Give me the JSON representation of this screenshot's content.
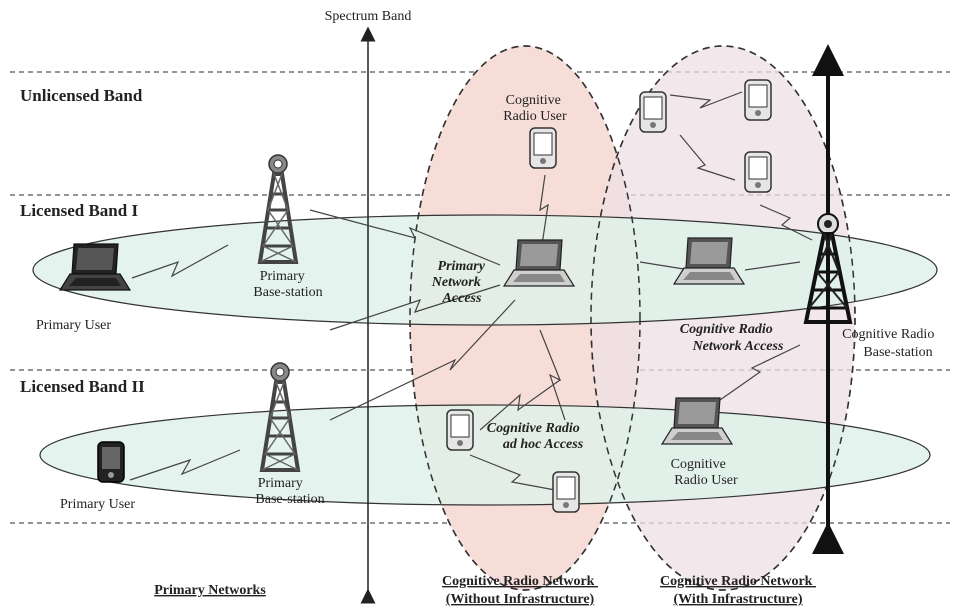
{
  "axis": {
    "title": "Spectrum Band"
  },
  "bands": {
    "unlicensed": "Unlicensed Band",
    "licensed1": "Licensed Band I",
    "licensed2": "Licensed Band II"
  },
  "primary_net1": {
    "user": "Primary User",
    "base_station": [
      "Primary",
      "Base-station"
    ]
  },
  "primary_net2": {
    "user": "Primary User",
    "base_station": [
      "Primary",
      "Base-station"
    ]
  },
  "cr_user_top": [
    "Cognitive",
    "Radio User"
  ],
  "primary_network_access": [
    "Primary",
    "Network",
    "Access"
  ],
  "cr_adhoc_access": [
    "Cognitive Radio",
    "ad hoc Access"
  ],
  "cr_network_access": [
    "Cognitive Radio",
    "Network Access"
  ],
  "cr_base_station": [
    "Cognitive Radio",
    "Base-station"
  ],
  "cr_user_bottom": [
    "Cognitive",
    "Radio User"
  ],
  "footer": {
    "primary_networks": "Primary Networks",
    "crn_without": [
      "Cognitive Radio Network",
      "(Without Infrastructure)"
    ],
    "crn_with": [
      "Cognitive Radio Network",
      "(With Infrastructure)"
    ]
  },
  "colors": {
    "band_fill": "#dff1ea",
    "crn_without_fill": "#f6ddd8",
    "crn_with_fill": "#ede0e6",
    "line": "#333333"
  }
}
